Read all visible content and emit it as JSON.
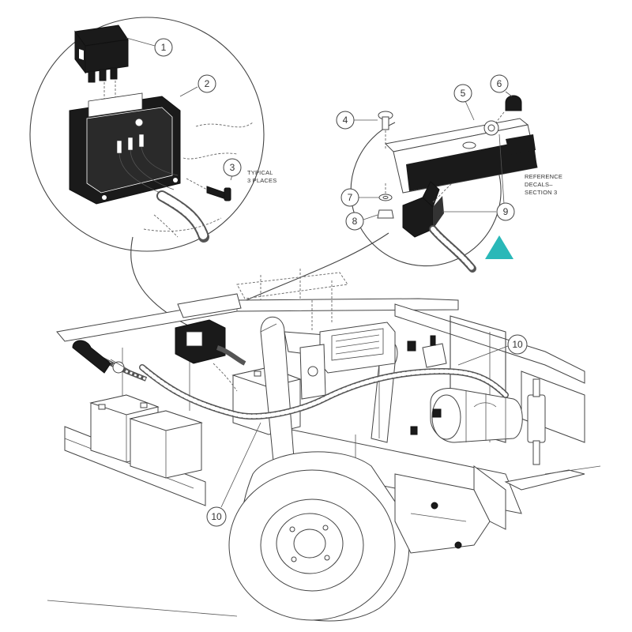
{
  "callouts": [
    {
      "id": "c1",
      "label": "1"
    },
    {
      "id": "c2",
      "label": "2"
    },
    {
      "id": "c3",
      "label": "3"
    },
    {
      "id": "c4",
      "label": "4"
    },
    {
      "id": "c5",
      "label": "5"
    },
    {
      "id": "c6",
      "label": "6"
    },
    {
      "id": "c7",
      "label": "7"
    },
    {
      "id": "c8",
      "label": "8"
    },
    {
      "id": "c9",
      "label": "9"
    },
    {
      "id": "c10a",
      "label": "10"
    },
    {
      "id": "c10b",
      "label": "10"
    }
  ],
  "notes": {
    "typical_line1": "TYPICAL",
    "typical_line2": "3 PLACES",
    "ref_line1": "REFERENCE",
    "ref_line2": "DECALS–",
    "ref_line3": "SECTION 3"
  },
  "colors": {
    "accent_triangle": "#2ab8b8",
    "line": "#444444",
    "dark_part": "#1a1a1a"
  }
}
